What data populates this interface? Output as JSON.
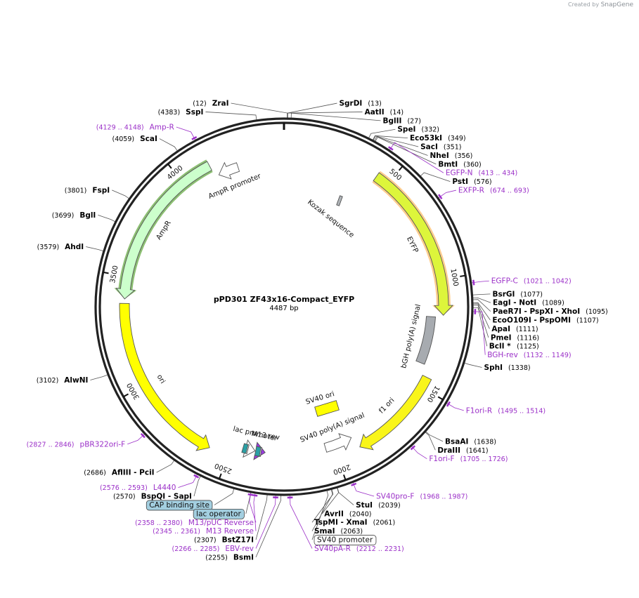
{
  "credit": "Created by",
  "brand": "SnapGene",
  "plasmid": {
    "name": "pPD301 ZF43x16-Compact_EYFP",
    "size_label": "4487 bp",
    "length": 4487
  },
  "ticks": [
    {
      "pos": 500,
      "label": "500"
    },
    {
      "pos": 1000,
      "label": "1000"
    },
    {
      "pos": 1500,
      "label": "1500"
    },
    {
      "pos": 2000,
      "label": "2000"
    },
    {
      "pos": 2500,
      "label": "2500"
    },
    {
      "pos": 3000,
      "label": "3000"
    },
    {
      "pos": 3500,
      "label": "3500"
    },
    {
      "pos": 4000,
      "label": "4000"
    }
  ],
  "features": [
    {
      "name": "EYFP",
      "start": 440,
      "end": 1160,
      "ring": 0,
      "color": "#ddf53b",
      "highlight": "#ffa533",
      "dir": 1,
      "label": "EYFP"
    },
    {
      "name": "bGH poly(A) signal",
      "start": 1170,
      "end": 1400,
      "ring": 1,
      "color": "#a7abb0",
      "dir": 0,
      "label": "bGH poly(A) signal"
    },
    {
      "name": "f1 ori",
      "start": 1450,
      "end": 1890,
      "ring": 0,
      "color": "#f9f51a",
      "dir": 1,
      "label": "f1 ori"
    },
    {
      "name": "SV40 poly(A) signal",
      "start": 1905,
      "end": 2040,
      "ring": 1,
      "color": "#ffffff",
      "dir": -1,
      "label": "SV40 poly(A) signal"
    },
    {
      "name": "M13 rev",
      "start": 2335,
      "end": 2355,
      "ring": 1,
      "color": "#9a3ae0",
      "dir": -1,
      "label": "M13 rev"
    },
    {
      "name": "lac operator",
      "start": 2360,
      "end": 2382,
      "ring": 1,
      "color": "#2aa0a5",
      "dir": 0,
      "label": ""
    },
    {
      "name": "lac promoter",
      "start": 2385,
      "end": 2420,
      "ring": 1,
      "color": "#ffffff",
      "dir": -1,
      "label": "lac promoter"
    },
    {
      "name": "CAP binding site",
      "start": 2425,
      "end": 2445,
      "ring": 1,
      "color": "#2aa0a5",
      "dir": 0,
      "label": ""
    },
    {
      "name": "ori",
      "start": 2590,
      "end": 3380,
      "ring": 0,
      "color": "#ffff00",
      "dir": -1,
      "label": "ori"
    },
    {
      "name": "AmpR",
      "start": 3400,
      "end": 4140,
      "ring": 0,
      "color": "#ccffcc",
      "highlight": "#2e8b00",
      "dir": -1,
      "label": "AmpR"
    },
    {
      "name": "AmpR promoter",
      "start": 4160,
      "end": 4260,
      "ring": 1,
      "color": "#ffffff",
      "dir": -1,
      "label": "AmpR promoter"
    }
  ],
  "inner_features": [
    {
      "name": "Kozak sequence",
      "label": "Kozak sequence"
    },
    {
      "name": "SV40 ori",
      "label": "SV40 ori"
    }
  ],
  "sites": [
    {
      "name": "ZraI",
      "num": "(12)",
      "pos": 12,
      "side": "L",
      "color": "#000000"
    },
    {
      "name": "SspI",
      "num": "(4383)",
      "pos": 4383,
      "side": "L",
      "color": "#000000"
    },
    {
      "name": "SgrDI",
      "num": "(13)",
      "pos": 13,
      "side": "R",
      "color": "#000000"
    },
    {
      "name": "AatII",
      "num": "(14)",
      "pos": 14,
      "side": "R",
      "color": "#000000"
    },
    {
      "name": "BglII",
      "num": "(27)",
      "pos": 27,
      "side": "R",
      "color": "#000000"
    },
    {
      "name": "SpeI",
      "num": "(332)",
      "pos": 332,
      "side": "R",
      "color": "#000000"
    },
    {
      "name": "Eco53kI",
      "num": "(349)",
      "pos": 349,
      "side": "R",
      "color": "#000000"
    },
    {
      "name": "SacI",
      "num": "(351)",
      "pos": 351,
      "side": "R",
      "color": "#000000"
    },
    {
      "name": "NheI",
      "num": "(356)",
      "pos": 356,
      "side": "R",
      "color": "#000000"
    },
    {
      "name": "BmtI",
      "num": "(360)",
      "pos": 360,
      "side": "R",
      "color": "#000000"
    },
    {
      "name": "EGFP-N",
      "num": "(413 .. 434)",
      "pos": 423,
      "side": "R",
      "color": "#9b30c8",
      "primer": true
    },
    {
      "name": "PstI",
      "num": "(576)",
      "pos": 576,
      "side": "R",
      "color": "#000000"
    },
    {
      "name": "EXFP-R",
      "num": "(674 .. 693)",
      "pos": 683,
      "side": "R",
      "color": "#9b30c8",
      "primer": true
    },
    {
      "name": "EGFP-C",
      "num": "(1021 .. 1042)",
      "pos": 1031,
      "side": "R",
      "color": "#9b30c8",
      "primer": true
    },
    {
      "name": "BsrGI",
      "num": "(1077)",
      "pos": 1077,
      "side": "R",
      "color": "#000000"
    },
    {
      "name": "EagI - NotI",
      "num": "(1089)",
      "pos": 1089,
      "side": "R",
      "color": "#000000"
    },
    {
      "name": "PaeR7I - PspXI - XhoI",
      "num": "(1095)",
      "pos": 1095,
      "side": "R",
      "color": "#000000"
    },
    {
      "name": "EcoO109I - PspOMI",
      "num": "(1107)",
      "pos": 1107,
      "side": "R",
      "color": "#000000"
    },
    {
      "name": "ApaI",
      "num": "(1111)",
      "pos": 1111,
      "side": "R",
      "color": "#000000"
    },
    {
      "name": "PmeI",
      "num": "(1116)",
      "pos": 1116,
      "side": "R",
      "color": "#000000"
    },
    {
      "name": "BclI *",
      "num": "(1125)",
      "pos": 1125,
      "side": "R",
      "color": "#000000"
    },
    {
      "name": "BGH-rev",
      "num": "(1132 .. 1149)",
      "pos": 1140,
      "side": "R",
      "color": "#9b30c8",
      "primer": true
    },
    {
      "name": "SphI",
      "num": "(1338)",
      "pos": 1338,
      "side": "R",
      "color": "#000000"
    },
    {
      "name": "F1ori-R",
      "num": "(1495 .. 1514)",
      "pos": 1504,
      "side": "R",
      "color": "#9b30c8",
      "primer": true
    },
    {
      "name": "BsaAI",
      "num": "(1638)",
      "pos": 1638,
      "side": "R",
      "color": "#000000"
    },
    {
      "name": "DraIII",
      "num": "(1641)",
      "pos": 1641,
      "side": "R",
      "color": "#000000"
    },
    {
      "name": "F1ori-F",
      "num": "(1705 .. 1726)",
      "pos": 1715,
      "side": "R",
      "color": "#9b30c8",
      "primer": true
    },
    {
      "name": "SV40 promoter",
      "num": "",
      "pos": 2080,
      "side": "R",
      "color": "#000000",
      "boxed": true
    },
    {
      "name": "SV40pro-F",
      "num": "(1968 .. 1987)",
      "pos": 1977,
      "side": "R",
      "color": "#9b30c8",
      "primer": true
    },
    {
      "name": "StuI",
      "num": "(2039)",
      "pos": 2039,
      "side": "R",
      "color": "#000000"
    },
    {
      "name": "AvrII",
      "num": "(2040)",
      "pos": 2040,
      "side": "R",
      "color": "#000000"
    },
    {
      "name": "TspMI - XmaI",
      "num": "(2061)",
      "pos": 2061,
      "side": "R",
      "color": "#000000"
    },
    {
      "name": "SmaI",
      "num": "(2063)",
      "pos": 2063,
      "side": "R",
      "color": "#000000"
    },
    {
      "name": "SV40pA-R",
      "num": "(2212 .. 2231)",
      "pos": 2221,
      "side": "R",
      "color": "#9b30c8",
      "primer": true
    },
    {
      "name": "BsmI",
      "num": "(2255)",
      "pos": 2255,
      "side": "L",
      "color": "#000000"
    },
    {
      "name": "EBV-rev",
      "num": "(2266 .. 2285)",
      "pos": 2275,
      "side": "L",
      "color": "#9b30c8",
      "primer": true
    },
    {
      "name": "BstZ17I",
      "num": "(2307)",
      "pos": 2307,
      "side": "L",
      "color": "#000000"
    },
    {
      "name": "M13 Reverse",
      "num": "(2345 .. 2361)",
      "pos": 2353,
      "side": "L",
      "color": "#9b30c8",
      "primer": true
    },
    {
      "name": "lac operator",
      "num": "",
      "pos": 2370,
      "side": "L",
      "color": "#000000",
      "boxed": true,
      "fill": "#a3cfe0"
    },
    {
      "name": "M13/pUC Reverse",
      "num": "(2358 .. 2380)",
      "pos": 2369,
      "side": "L",
      "color": "#9b30c8",
      "primer": true
    },
    {
      "name": "CAP binding site",
      "num": "",
      "pos": 2435,
      "side": "L",
      "color": "#000000",
      "boxed": true,
      "fill": "#a3cfe0"
    },
    {
      "name": "BspQI - SapI",
      "num": "(2570)",
      "pos": 2570,
      "side": "L",
      "color": "#000000"
    },
    {
      "name": "L4440",
      "num": "(2576 .. 2593)",
      "pos": 2584,
      "side": "L",
      "color": "#9b30c8",
      "primer": true
    },
    {
      "name": "AflIII - PciI",
      "num": "(2686)",
      "pos": 2686,
      "side": "L",
      "color": "#000000"
    },
    {
      "name": "pBR322ori-F",
      "num": "(2827 .. 2846)",
      "pos": 2836,
      "side": "L",
      "color": "#9b30c8",
      "primer": true
    },
    {
      "name": "AlwNI",
      "num": "(3102)",
      "pos": 3102,
      "side": "L",
      "color": "#000000"
    },
    {
      "name": "AhdI",
      "num": "(3579)",
      "pos": 3579,
      "side": "L",
      "color": "#000000"
    },
    {
      "name": "BglI",
      "num": "(3699)",
      "pos": 3699,
      "side": "L",
      "color": "#000000"
    },
    {
      "name": "FspI",
      "num": "(3801)",
      "pos": 3801,
      "side": "L",
      "color": "#000000"
    },
    {
      "name": "ScaI",
      "num": "(4059)",
      "pos": 4059,
      "side": "L",
      "color": "#000000"
    },
    {
      "name": "Amp-R",
      "num": "(4129 .. 4148)",
      "pos": 4138,
      "side": "L",
      "color": "#9b30c8",
      "primer": true
    }
  ]
}
